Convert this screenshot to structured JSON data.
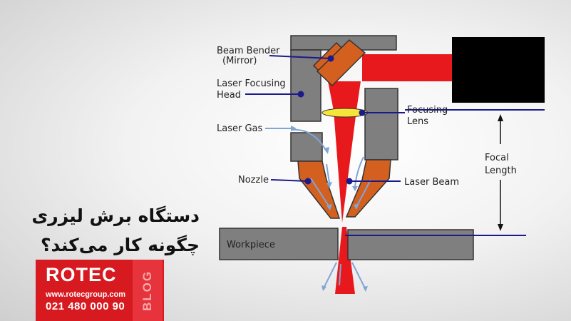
{
  "diagram": {
    "labels": {
      "beam_bender": "Beam Bender",
      "mirror": "(Mirror)",
      "focusing_head_1": "Laser Focusing",
      "focusing_head_2": "Head",
      "laser_gas": "Laser Gas",
      "nozzle": "Nozzle",
      "focusing_lens_1": "Focusing",
      "focusing_lens_2": "Lens",
      "laser_beam": "Laser Beam",
      "focal_1": "Focal",
      "focal_2": "Length",
      "workpiece": "Workpiece"
    },
    "colors": {
      "beam": "#e8191c",
      "metal": "#7f7f7f",
      "nozzle": "#d4601f",
      "lens": "#f5e43a",
      "pointer": "#1a1a8c",
      "gas_arrow": "#7fa6d6",
      "laser_source": "#000000"
    }
  },
  "title": {
    "line1": "دستگاه برش لیزری",
    "line2": "چگونه کار می‌کند؟"
  },
  "brand": {
    "name": "ROTEC",
    "url": "www.rotecgroup.com",
    "phone": "021 480 000 90",
    "tab": "BLOG",
    "color": "#d71920"
  }
}
